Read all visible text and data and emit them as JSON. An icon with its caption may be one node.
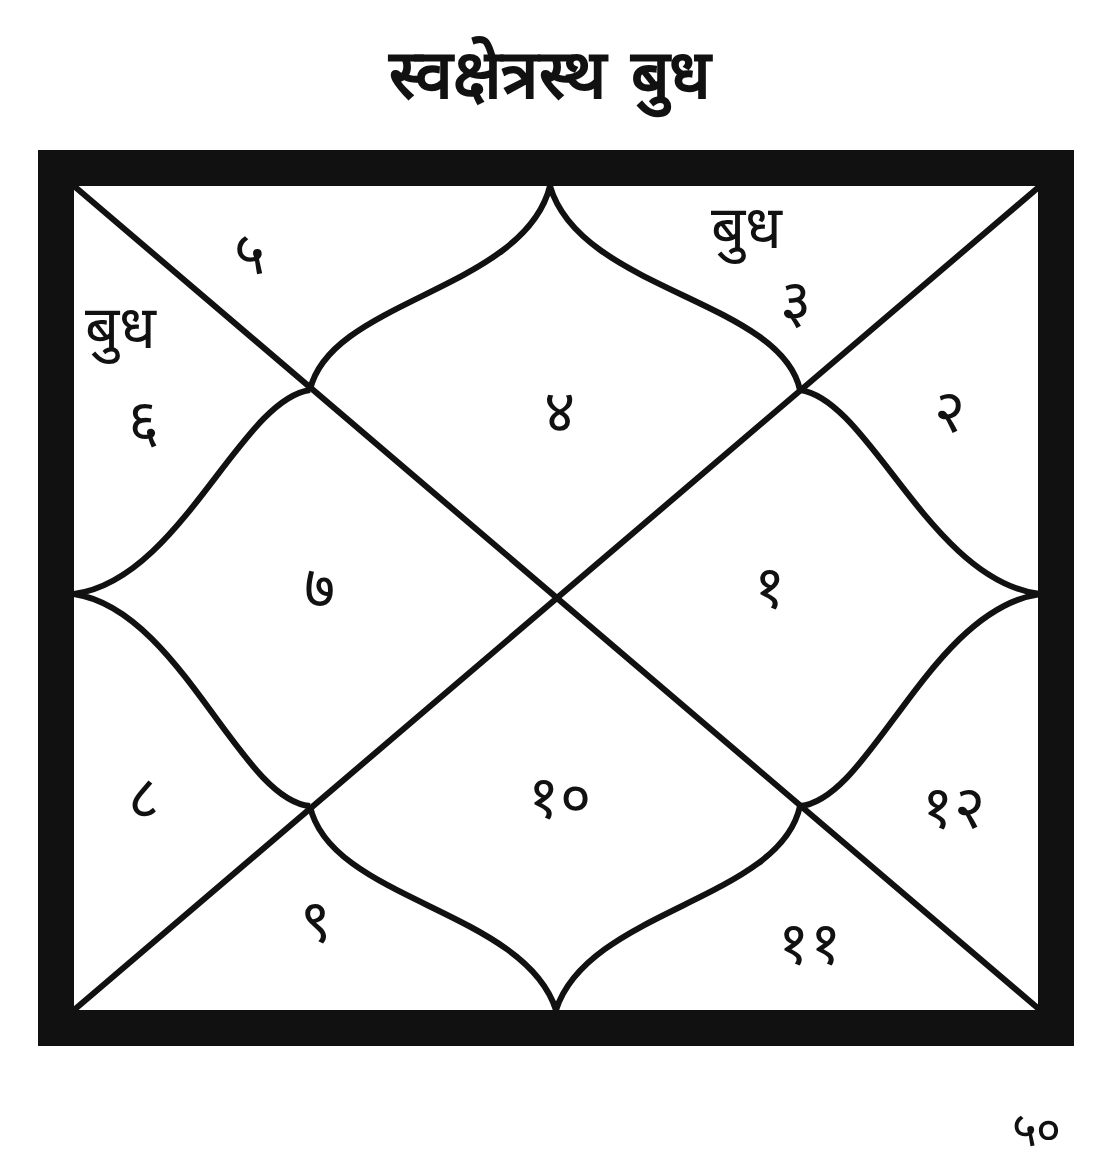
{
  "diagram": {
    "title": "स्वक्षेत्रस्थ बुध",
    "labels": [
      "५",
      "बुध",
      "३",
      "बुध",
      "६",
      "४",
      "२",
      "७",
      "१",
      "८",
      "१०",
      "१२",
      "९",
      "११",
      "५०"
    ]
  }
}
